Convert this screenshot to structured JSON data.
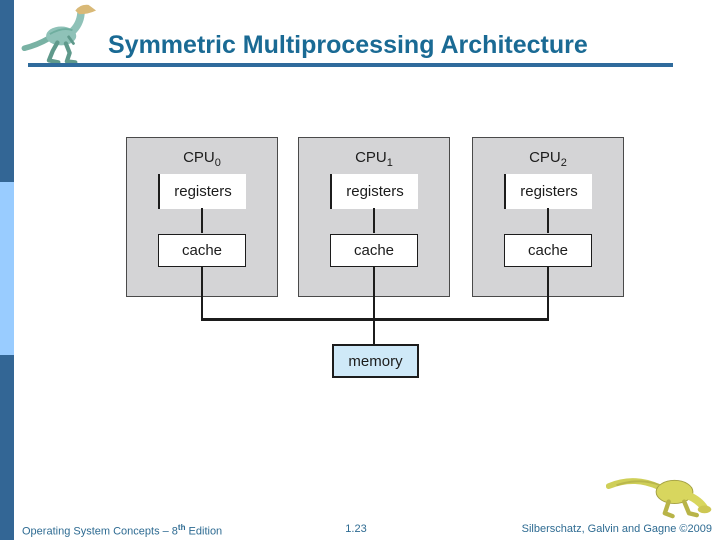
{
  "slide": {
    "title": "Symmetric Multiprocessing Architecture"
  },
  "colors": {
    "accent_dark_blue": "#336695",
    "accent_light_blue": "#99ccff",
    "title_teal": "#1a6a94",
    "underline_blue": "#2f6b9c",
    "cpu_box_fill": "#d4d4d6",
    "memory_box_fill": "#cfe9f8",
    "line_black": "#1c1c1c"
  },
  "icons": {
    "header_logo": "dinosaur-logo-icon",
    "footer_logo": "dinosaur-footer-icon"
  },
  "diagram": {
    "cpus": [
      {
        "label": "CPU",
        "sub": "0",
        "registers": "registers",
        "cache": "cache"
      },
      {
        "label": "CPU",
        "sub": "1",
        "registers": "registers",
        "cache": "cache"
      },
      {
        "label": "CPU",
        "sub": "2",
        "registers": "registers",
        "cache": "cache"
      }
    ],
    "memory": "memory"
  },
  "footer": {
    "book": "Operating System Concepts – 8",
    "book_sup": "th",
    "book_suffix": " Edition",
    "page": "1.23",
    "credit": "Silberschatz, Galvin and Gagne ©2009"
  }
}
